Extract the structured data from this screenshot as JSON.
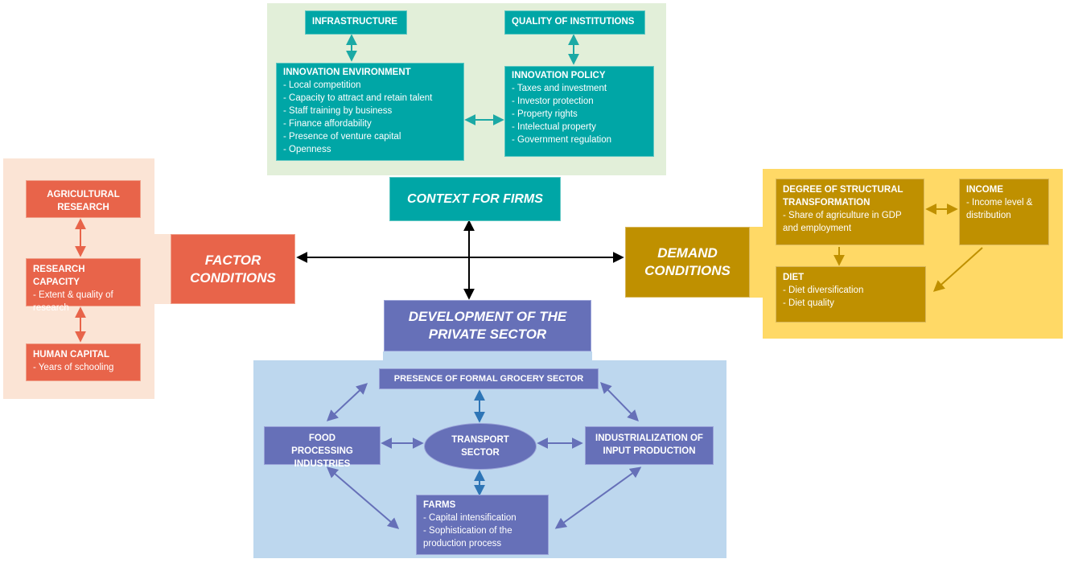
{
  "context_panel": {
    "infrastructure": "INFRASTRUCTURE",
    "quality_institutions": "QUALITY OF INSTITUTIONS",
    "innovation_environment": {
      "title": "INNOVATION ENVIRONMENT",
      "items": [
        "- Local competition",
        "- Capacity to attract and retain talent",
        "- Staff training by business",
        "- Finance affordability",
        "- Presence of venture capital",
        "- Openness"
      ]
    },
    "innovation_policy": {
      "title": "INNOVATION POLICY",
      "items": [
        "- Taxes and investment",
        "- Investor protection",
        "- Property rights",
        "- Intelectual property",
        "- Government regulation"
      ]
    },
    "hub": "CONTEXT FOR FIRMS"
  },
  "factor_panel": {
    "agricultural_research": "AGRICULTURAL RESEARCH",
    "research_capacity": {
      "title": "RESEARCH CAPACITY",
      "items": [
        "- Extent & quality of research"
      ]
    },
    "human_capital": {
      "title": "HUMAN CAPITAL",
      "items": [
        "- Years of schooling"
      ]
    },
    "hub": "FACTOR CONDITIONS"
  },
  "demand_panel": {
    "structural": {
      "title": "DEGREE OF STRUCTURAL TRANSFORMATION",
      "items": [
        "- Share of agriculture in GDP and employment"
      ]
    },
    "income": {
      "title": "INCOME",
      "items": [
        "- Income level & distribution"
      ]
    },
    "diet": {
      "title": "DIET",
      "items": [
        "- Diet diversification",
        "- Diet quality"
      ]
    },
    "hub": "DEMAND CONDITIONS"
  },
  "private_panel": {
    "hub": "DEVELOPMENT OF THE PRIVATE SECTOR",
    "grocery": "PRESENCE OF FORMAL GROCERY SECTOR",
    "food_processing": "FOOD PROCESSING INDUSTRIES",
    "transport": "TRANSPORT SECTOR",
    "industrialization": "INDUSTRIALIZATION OF INPUT PRODUCTION",
    "farms": {
      "title": "FARMS",
      "items": [
        "- Capital intensification",
        "- Sophistication of the production process"
      ]
    }
  },
  "colors": {
    "teal": "#00A6A6",
    "teal_bg": "#E2EFD9",
    "orange": "#E8644A",
    "orange_bg": "#FBE4D5",
    "gold": "#BF9000",
    "gold_bg": "#FFD966",
    "blue": "#6670B8",
    "blue_bg": "#BDD7EE"
  }
}
